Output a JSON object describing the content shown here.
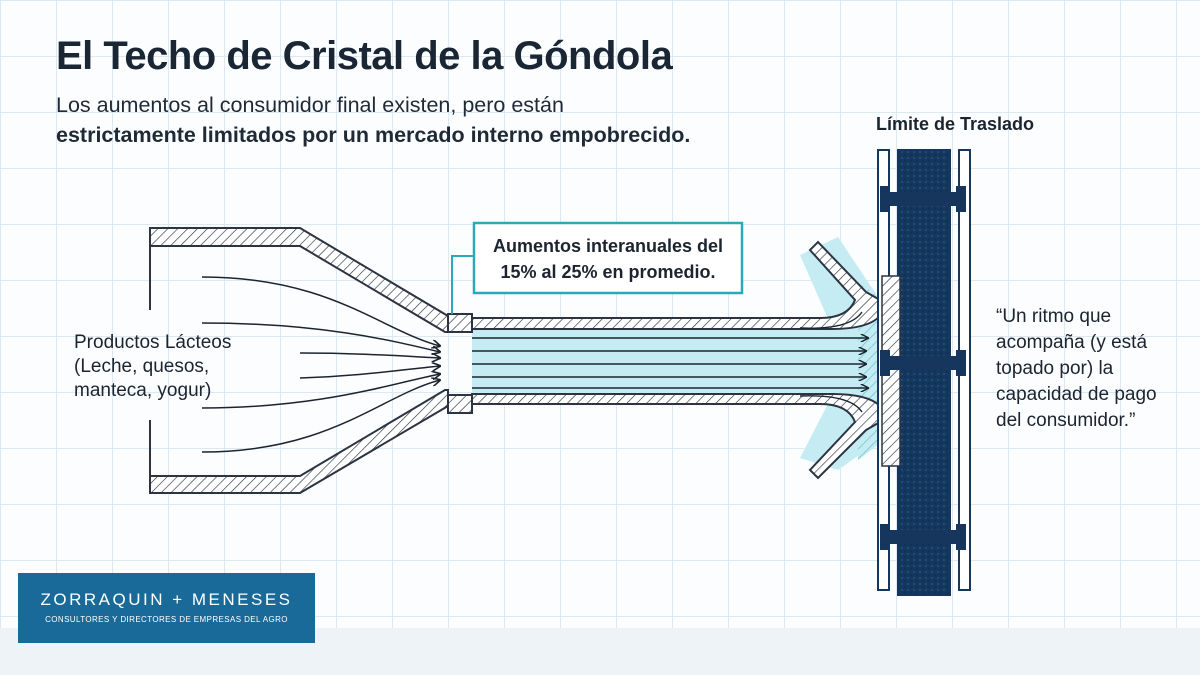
{
  "title": "El Techo de Cristal de la Góndola",
  "subtitle": {
    "line1": "Los aumentos al consumidor final existen, pero están",
    "line2_bold": "estrictamente limitados por un mercado interno empobrecido."
  },
  "diagram": {
    "input_label": [
      "Productos Lácteos",
      "(Leche, quesos,",
      "manteca, yogur)"
    ],
    "callout": [
      "Aumentos interanuales del",
      "15% al 25% en promedio."
    ],
    "wall_label": "Límite de Traslado",
    "quote": [
      "“Un ritmo que",
      "acompaña (y está",
      "topado por) la",
      "capacidad de pago",
      "del consumidor.”"
    ]
  },
  "logo": {
    "brand": "ZORRAQUIN + MENESES",
    "tagline": "CONSULTORES Y DIRECTORES DE EMPRESAS DEL AGRO"
  },
  "colors": {
    "navy": "#17365e",
    "wall_fill": "#14375e",
    "teal": "#2aa9b8",
    "flow_fill": "#c4ecf2",
    "logo_bg": "#1a6a99"
  }
}
